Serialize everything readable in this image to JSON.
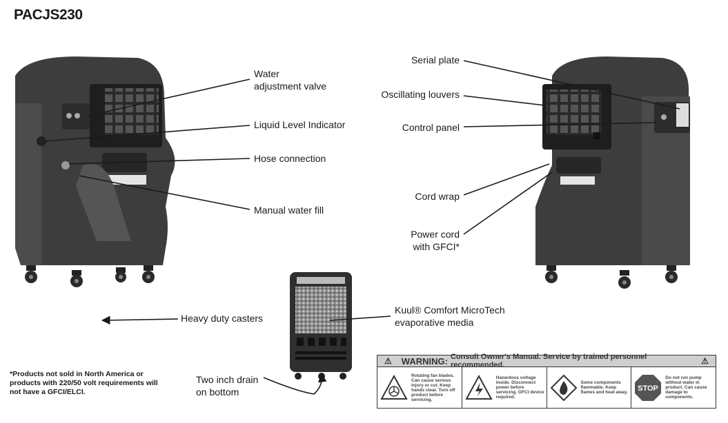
{
  "title": "PACJS230",
  "labels": {
    "water_valve": [
      "Water",
      "adjustment valve"
    ],
    "liquid_level": "Liquid Level Indicator",
    "hose": "Hose connection",
    "manual_fill": "Manual water fill",
    "casters": "Heavy duty casters",
    "serial_plate": "Serial plate",
    "louvers": "Oscillating louvers",
    "control_panel": "Control panel",
    "cord_wrap": "Cord wrap",
    "power_cord": [
      "Power cord",
      "with GFCI*"
    ],
    "media": [
      "Kuul® Comfort MicroTech",
      "evaporative media"
    ],
    "drain": [
      "Two inch drain",
      "on bottom"
    ]
  },
  "footnote": [
    "*Products not sold in North America or",
    "products with 220/50 volt requirements will",
    "not have a GFCI/ELCI."
  ],
  "warning": {
    "word": "WARNING:",
    "message": "Consult Owner's Manual. Service by trained personnel recommended.",
    "cells": [
      {
        "icon": "rotating-fan-icon",
        "text": "Rotating fan blades. Can cause serious injury or cut. Keep hands clear. Turn off product before servicing."
      },
      {
        "icon": "high-voltage-icon",
        "text": "Hazardous voltage inside. Disconnect power before servicing. GFCI device required."
      },
      {
        "icon": "flammable-icon",
        "text": "Some components flammable. Keep flames and heat away."
      },
      {
        "icon": "stop-icon",
        "stop_label": "STOP",
        "text": "Do not run pump without water in product. Can cause damage to components."
      }
    ]
  }
}
